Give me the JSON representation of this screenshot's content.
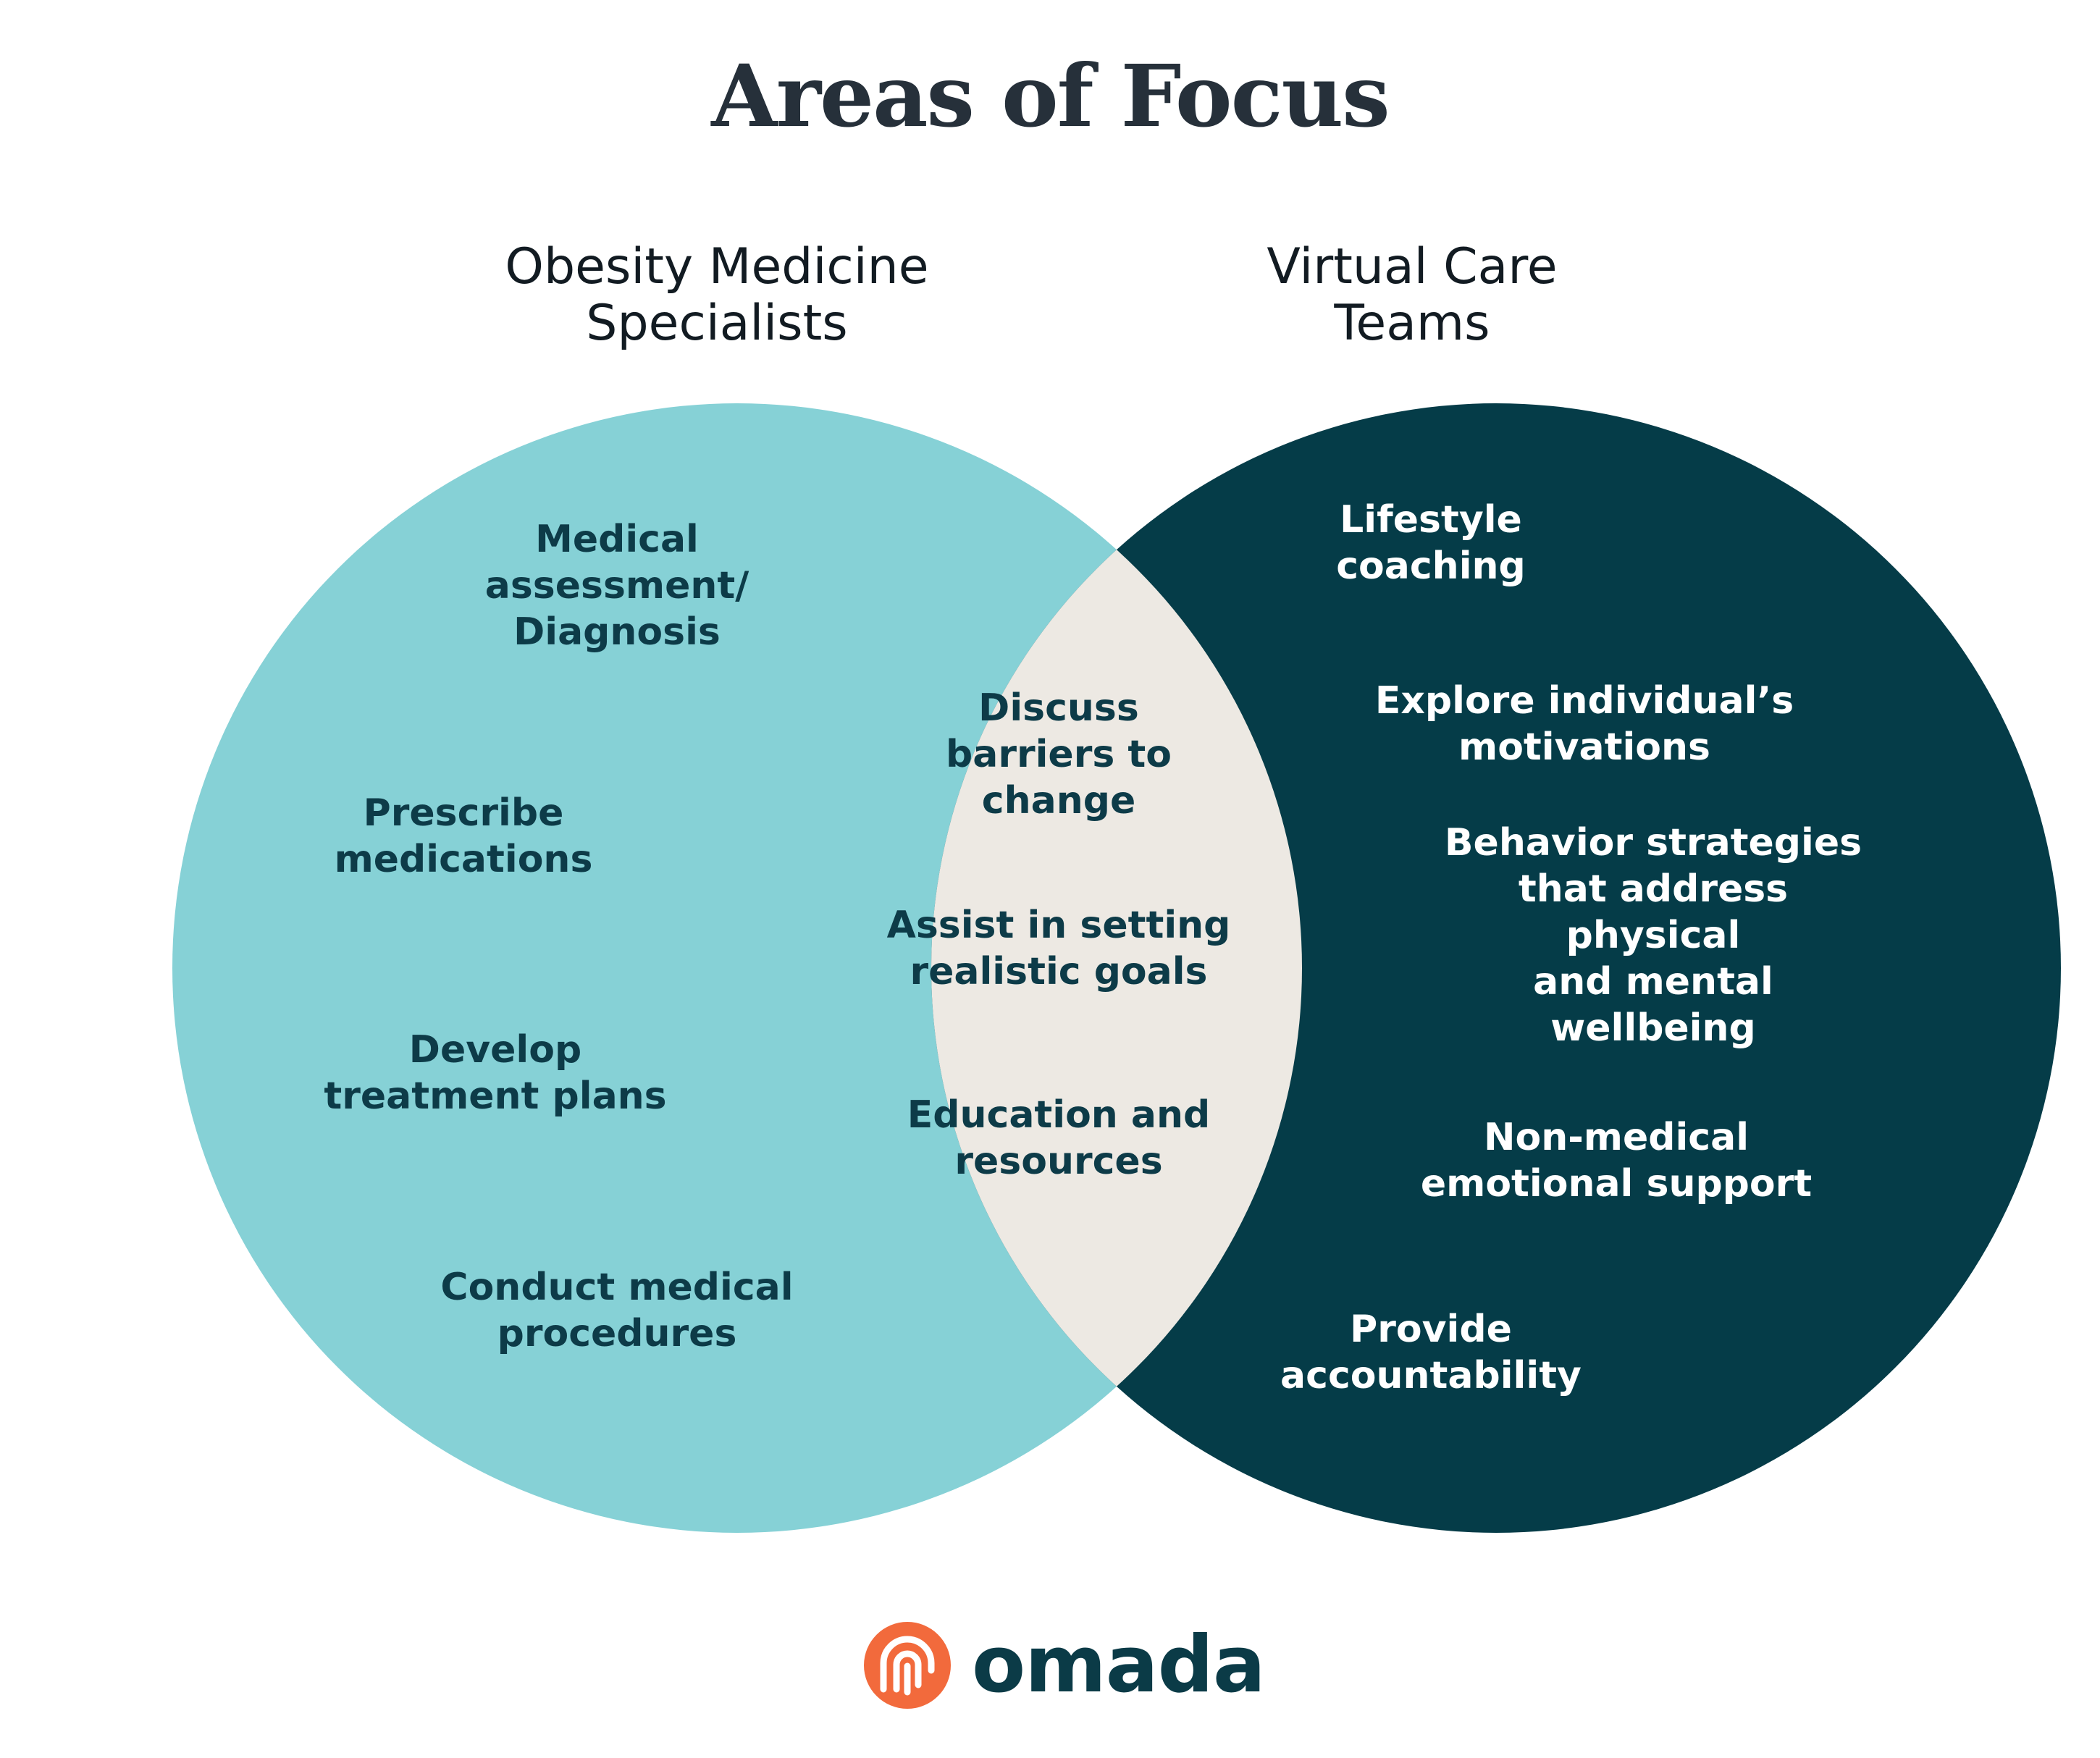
{
  "title": "Areas of Focus",
  "colors": {
    "left_circle": "#86d1d6",
    "right_circle": "#053c48",
    "overlap": "#ede9e3",
    "dark_text": "#0d3b48",
    "light_text": "#ffffff",
    "logo_accent": "#f26a3c"
  },
  "sets": [
    {
      "name": "Obesity Medicine\nSpecialists"
    },
    {
      "name": "Virtual Care\nTeams"
    }
  ],
  "left_items": [
    "Medical\nassessment/\nDiagnosis",
    "Prescribe\nmedications",
    "Develop\ntreatment plans",
    "Conduct medical\nprocedures"
  ],
  "overlap_items": [
    "Discuss\nbarriers to\nchange",
    "Assist in setting\nrealistic goals",
    "Education and\nresources"
  ],
  "right_items": [
    "Lifestyle\ncoaching",
    "Explore individual’s\nmotivations",
    "Behavior strategies\nthat address physical\nand mental wellbeing",
    "Non-medical\nemotional support",
    "Provide\naccountability"
  ],
  "logo": {
    "icon": "omada-logo-icon",
    "text": "omada"
  }
}
